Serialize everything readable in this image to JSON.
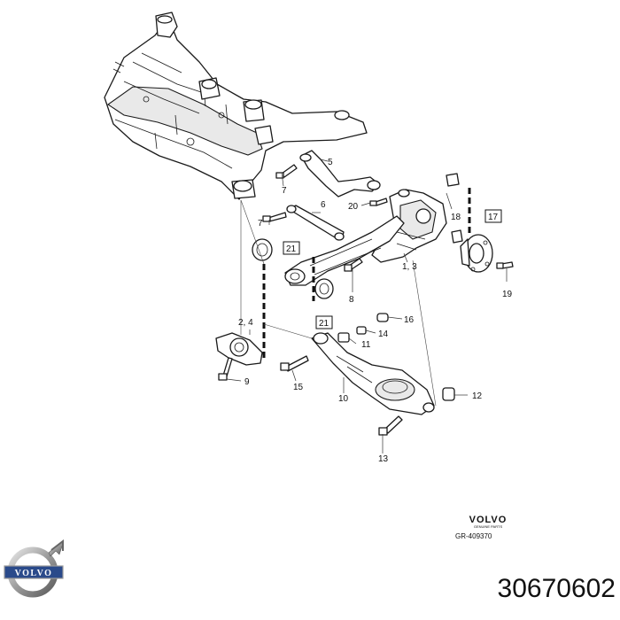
{
  "diagram": {
    "labels": {
      "l5": "5",
      "l7a": "7",
      "l7b": "7",
      "l6": "6",
      "l20": "20",
      "l18": "18",
      "l17": "17",
      "l13a": "1, 3",
      "l19": "19",
      "l21a": "21",
      "l21b": "21",
      "l8": "8",
      "l16": "16",
      "l14": "14",
      "l11": "11",
      "l24": "2, 4",
      "l9": "9",
      "l15": "15",
      "l10": "10",
      "l12": "12",
      "l13": "13"
    }
  },
  "reference": {
    "brand": "VOLVO",
    "subtitle": "GENUINE PARTS",
    "code": "GR-409370"
  },
  "logo": {
    "text": "VOLVO"
  },
  "part_number": "30670602",
  "colors": {
    "line": "#1a1a1a",
    "background": "#ffffff",
    "logo_blue": "#2a4a8a"
  }
}
